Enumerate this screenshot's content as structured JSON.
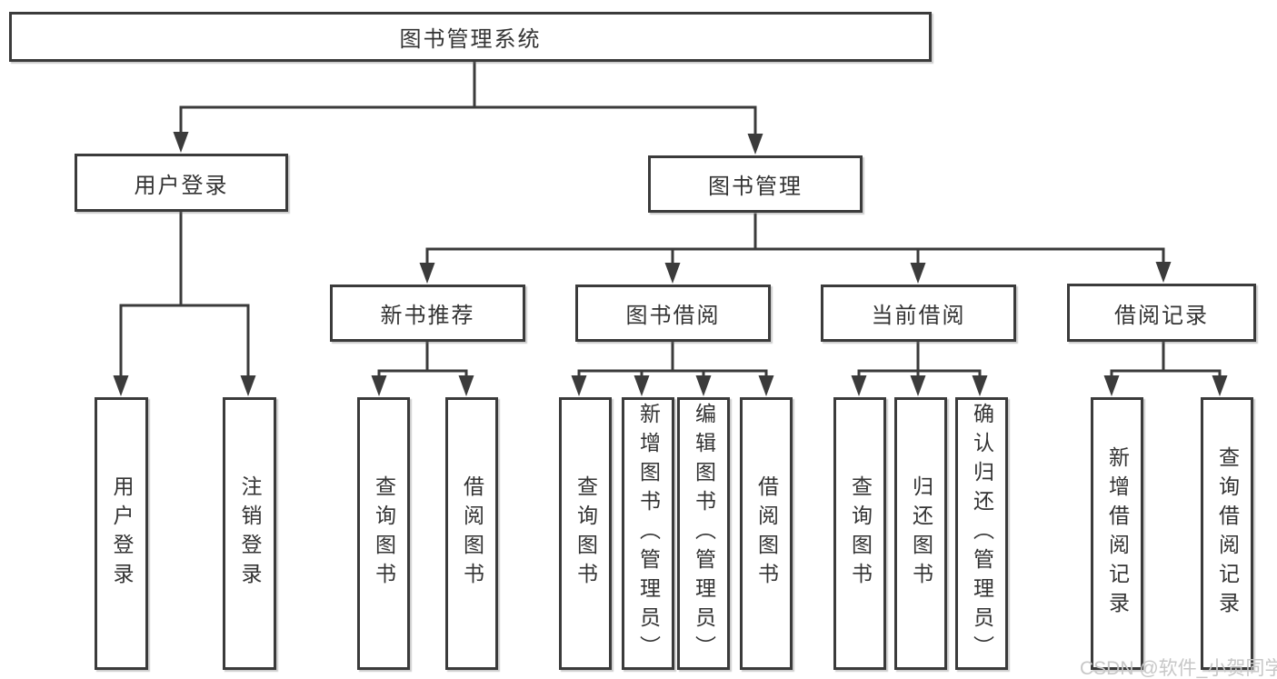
{
  "diagram_title": "图书管理系统",
  "tree": {
    "label": "图书管理系统",
    "children": [
      {
        "label": "用户登录",
        "children": [
          {
            "label": "用户登录"
          },
          {
            "label": "注销登录"
          }
        ]
      },
      {
        "label": "图书管理",
        "children": [
          {
            "label": "新书推荐",
            "children": [
              {
                "label": "查询图书"
              },
              {
                "label": "借阅图书"
              }
            ]
          },
          {
            "label": "图书借阅",
            "children": [
              {
                "label": "查询图书"
              },
              {
                "label": "新增图书（管理员）"
              },
              {
                "label": "编辑图书（管理员）"
              },
              {
                "label": "借阅图书"
              }
            ]
          },
          {
            "label": "当前借阅",
            "children": [
              {
                "label": "查询图书"
              },
              {
                "label": "归还图书"
              },
              {
                "label": "确认归还（管理员）"
              }
            ]
          },
          {
            "label": "借阅记录",
            "children": [
              {
                "label": "新增借阅记录"
              },
              {
                "label": "查询借阅记录"
              }
            ]
          }
        ]
      }
    ]
  },
  "watermark": {
    "text": "CSDN @软件_小贺同学"
  },
  "colors": {
    "line": "#3b3b3b",
    "box_border": "#3b3b3b",
    "text": "#333333",
    "background": "#ffffff",
    "watermark": "#c7c7c7"
  }
}
